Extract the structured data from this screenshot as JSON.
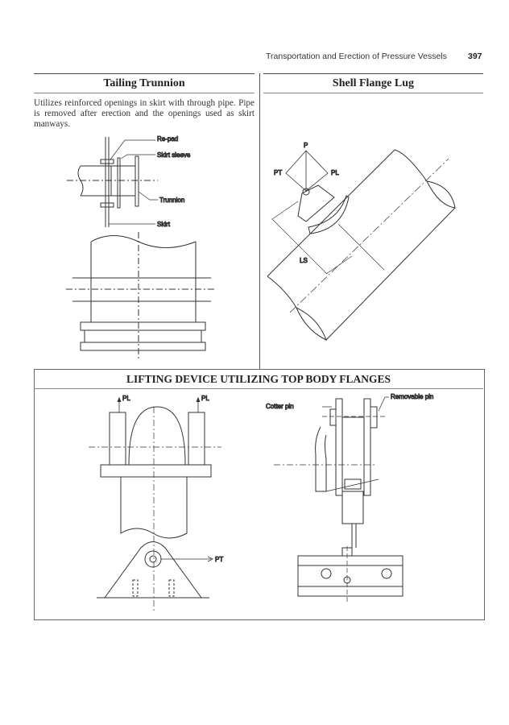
{
  "header": {
    "running_title": "Transportation and Erection of Pressure Vessels",
    "page_number": "397"
  },
  "tailing_trunnion": {
    "title": "Tailing Trunnion",
    "description": "Utilizes reinforced openings in skirt with through pipe. Pipe is removed after erection and the openings used as skirt manways.",
    "labels": {
      "repad": "Re-pad",
      "skirt_sleeve": "Skirt sleeve",
      "trunnion": "Trunnion",
      "skirt": "Skirt"
    }
  },
  "shell_flange_lug": {
    "title": "Shell Flange Lug",
    "labels": {
      "p": "P",
      "pt": "PT",
      "pl": "PL",
      "ls": "LS"
    }
  },
  "lifting_device": {
    "title": "LIFTING DEVICE UTILIZING TOP BODY FLANGES",
    "labels": {
      "pl_left": "PL",
      "pl_right": "PL",
      "pt": "PT",
      "cotter_pin": "Cotter pin",
      "removable_pin": "Removable pin"
    }
  }
}
